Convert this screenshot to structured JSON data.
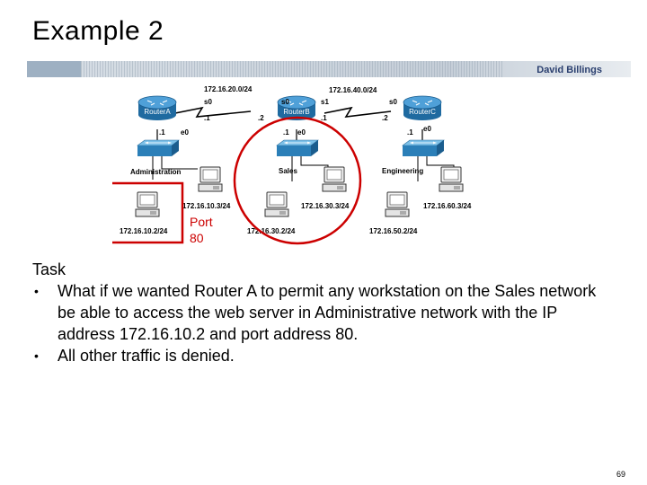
{
  "slide": {
    "title": "Example 2",
    "banner_author": "David Billings",
    "page_number": "69"
  },
  "diagram": {
    "routers": [
      {
        "label": "RouterA"
      },
      {
        "label": "RouterB"
      },
      {
        "label": "RouterC"
      }
    ],
    "links": {
      "ab_network": "172.16.20.0/24",
      "bc_network": "172.16.40.0/24"
    },
    "interfaces": {
      "a_s0": "s0",
      "a_s0_ip": ".1",
      "a_e0": "e0",
      "a_e0_ip": ".1",
      "b_s0": "s0",
      "b_s0_ip": ".2",
      "b_s1": "s1",
      "b_s1_ip": ".1",
      "b_e0": "e0",
      "b_e0_ip": ".1",
      "c_s0": "s0",
      "c_s0_ip": ".2",
      "c_e0": "e0",
      "c_e0_ip": ".1"
    },
    "segments": [
      {
        "label": "Administration"
      },
      {
        "label": "Sales"
      },
      {
        "label": "Engineering"
      }
    ],
    "hosts": {
      "admin_1": "172.16.10.2/24",
      "admin_2": "172.16.10.3/24",
      "sales_1": "172.16.30.2/24",
      "sales_2": "172.16.30.3/24",
      "eng_1": "172.16.50.2/24",
      "eng_2": "172.16.60.3/24"
    },
    "annotation": {
      "port_line1": "Port",
      "port_line2": "80",
      "color": "#cc0000"
    }
  },
  "task": {
    "heading": "Task",
    "bullets": [
      "What if we wanted Router A to permit any workstation on the Sales network be able to access the web server in Administrative network with the IP address 172.16.10.2 and port address 80.",
      "All other traffic is denied."
    ]
  },
  "colors": {
    "router_blue": "#2b7fb8",
    "switch_blue": "#4aa3d6",
    "annotation_red": "#cc0000",
    "banner_navy": "#2a3f6f"
  }
}
